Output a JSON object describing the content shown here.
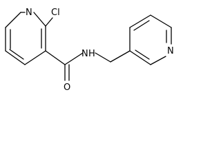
{
  "molecule": {
    "atoms": {
      "ring1_n": "N",
      "cl": "Cl",
      "o": "O",
      "amide_n": "N",
      "amide_h": "H",
      "ring2_n": "N"
    }
  }
}
